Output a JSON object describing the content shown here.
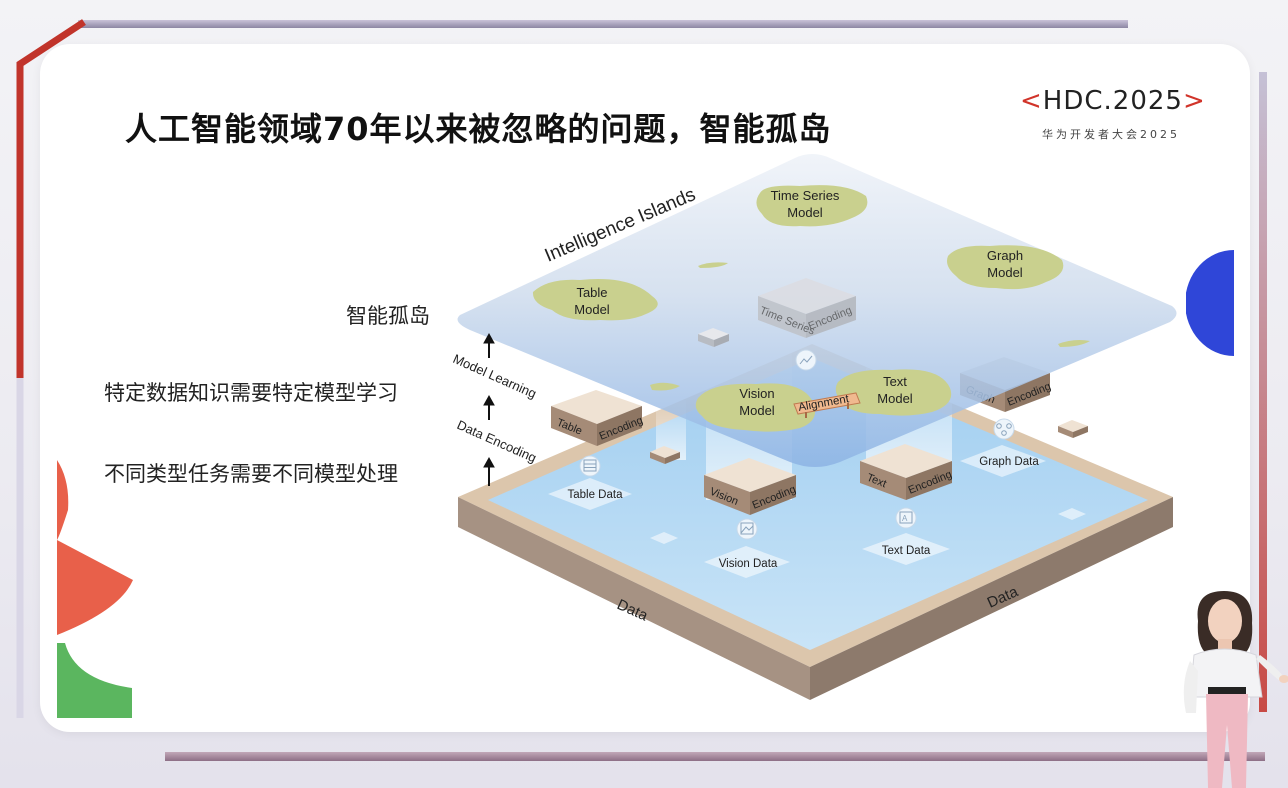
{
  "slide": {
    "title": "人工智能领域70年以来被忽略的问题，智能孤岛",
    "logo": {
      "name": "HDC.2025",
      "subtitle": "华为开发者大会2025",
      "accent": "#d1342a"
    }
  },
  "left_labels": {
    "top": "智能孤岛",
    "middle": "特定数据知识需要特定模型学习",
    "bottom": "不同类型任务需要不同模型处理"
  },
  "diagram": {
    "islands_title": "Intelligence Islands",
    "arrow_labels": {
      "model_learning": "Model Learning",
      "data_encoding": "Data Encoding"
    },
    "models": {
      "time_series": [
        "Time Series",
        "Model"
      ],
      "table": [
        "Table",
        "Model"
      ],
      "graph": [
        "Graph",
        "Model"
      ],
      "vision": [
        "Vision",
        "Model"
      ],
      "text": [
        "Text",
        "Model"
      ]
    },
    "alignment": "Alignment",
    "encoders": {
      "time_series": [
        "Time Series",
        "Encoding"
      ],
      "table": [
        "Table",
        "Encoding"
      ],
      "vision": [
        "Vision",
        "Encoding"
      ],
      "text": [
        "Text",
        "Encoding"
      ],
      "graph": [
        "Graph",
        "Encoding"
      ]
    },
    "data_labels": {
      "table": "Table Data",
      "vision": "Vision Data",
      "text": "Text Data",
      "graph": "Graph Data"
    },
    "base_labels": [
      "Data",
      "Data"
    ]
  },
  "colors": {
    "island_fill": "#c9d08e",
    "plane_top": "#dfe8f4",
    "plane_bottom": "#8fb8e8",
    "base_side": "#a89280",
    "base_rim": "#ddc7ac",
    "water": "#b6daf4",
    "box_side": "#a08773",
    "box_top": "#efe3d6"
  }
}
